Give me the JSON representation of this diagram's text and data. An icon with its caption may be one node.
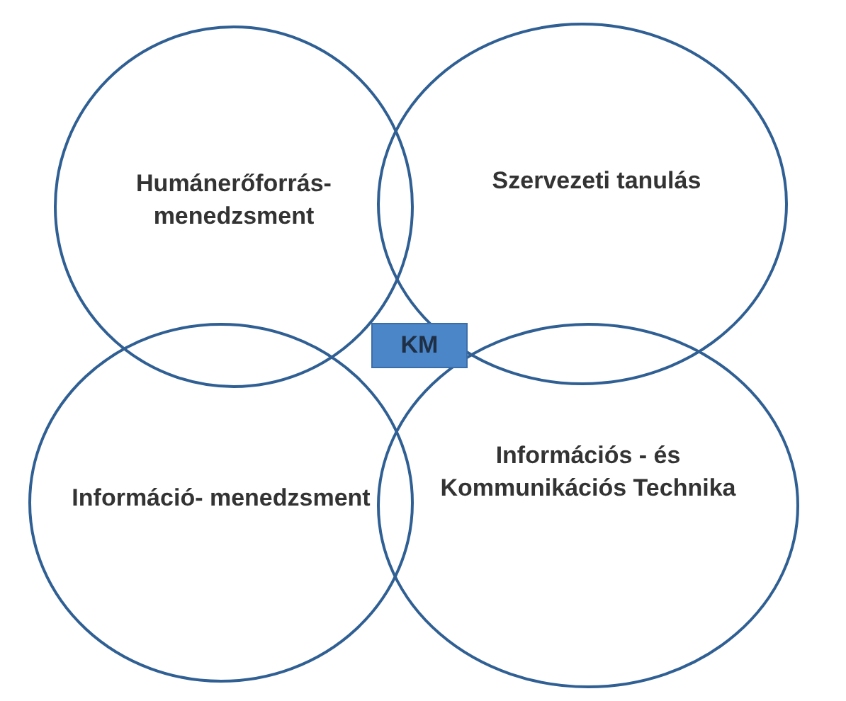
{
  "diagram": {
    "nodes": [
      {
        "text": [
          "Humánerőforrás- menedzsment"
        ]
      },
      {
        "text": [
          "Szervezeti tanulás"
        ]
      },
      {
        "text": [
          "Információ- menedzsment"
        ]
      },
      {
        "text": [
          "Információs - és Kommunikációs Technika"
        ]
      },
      {
        "text": [
          "KM"
        ]
      }
    ]
  }
}
